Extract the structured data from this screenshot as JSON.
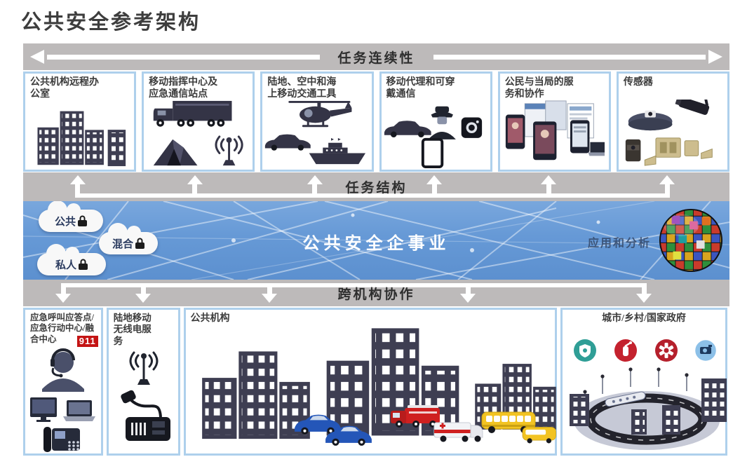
{
  "title": "公共安全参考架构",
  "bars": {
    "continuity": "任务连续性",
    "structure": "任务结构",
    "collaboration": "跨机构协作"
  },
  "top_row": {
    "boxes": [
      {
        "label": "公共机构远程办公室",
        "icons": [
          "office-buildings-icon"
        ]
      },
      {
        "label": "移动指挥中心及应急通信站点",
        "icons": [
          "command-truck-icon",
          "tent-icon",
          "antenna-icon"
        ]
      },
      {
        "label": "陆地、空中和海上移动交通工具",
        "icons": [
          "helicopter-icon",
          "car-icon",
          "ship-icon"
        ]
      },
      {
        "label": "移动代理和可穿戴通信",
        "icons": [
          "patrol-car-icon",
          "officer-icon",
          "body-camera-icon",
          "tablet-icon"
        ]
      },
      {
        "label": "公民与当局的服务和协作",
        "icons": [
          "devices-collage-icon"
        ]
      },
      {
        "label": "传感器",
        "icons": [
          "cctv-camera-icon",
          "dome-sensor-icon",
          "field-sensors-icon"
        ]
      }
    ]
  },
  "enterprise_band": {
    "title": "公共安全企事业",
    "clouds": [
      {
        "label": "公共",
        "icon": "lock-icon"
      },
      {
        "label": "混合",
        "icon": "lock-icon"
      },
      {
        "label": "私人",
        "icon": "lock-icon"
      }
    ],
    "analytics_label": "应用和分析",
    "globe_icon": "mosaic-globe-icon"
  },
  "bottom_row": {
    "boxes": [
      {
        "label": "应急呼叫应答点/应急行动中心/融合中心",
        "badge": "911",
        "icons": [
          "dispatcher-icon",
          "monitor-icon",
          "laptop-icon",
          "desk-phone-icon"
        ]
      },
      {
        "label": "陆地移动无线电服务",
        "icons": [
          "antenna-icon",
          "mobile-radio-icon"
        ]
      },
      {
        "label": "公共机构",
        "icons": [
          "buildings-icon",
          "police-cars-icon",
          "fire-truck-icon",
          "ambulance-icon",
          "buses-icon"
        ]
      },
      {
        "label": "城市/乡村/国家政府",
        "icons": [
          "police-badge-icon",
          "fire-extinguisher-icon",
          "ems-star-icon",
          "surveillance-icon",
          "city-infrastructure-icon"
        ]
      }
    ]
  },
  "colors": {
    "band_blue": "#6699d6",
    "bar_gray": "#bdbaba",
    "box_border_blue": "#aed0ec",
    "badge_red": "#c41414",
    "building_navy": "#3e3e52",
    "sensor_tan": "#cdbd8e"
  }
}
